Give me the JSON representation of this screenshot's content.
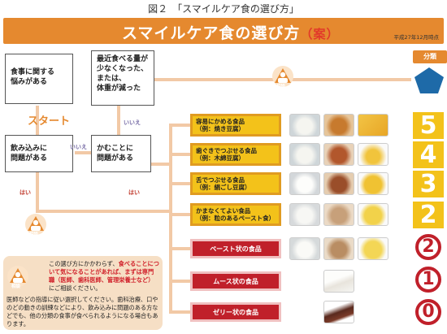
{
  "figure_caption": "図２　「スマイルケア食の選び方」",
  "banner": {
    "title": "スマイルケア食の選び方",
    "title_suffix": "（案）",
    "date": "平成27年12月時点"
  },
  "nodes": {
    "chew_worry": "食事に関する\n悩みがある",
    "appetite": "最近食べる量が\n少なくなった、\nまたは、\n体重が減った",
    "swallow": "飲み込みに\n問題がある",
    "chew": "かむことに\n問題がある"
  },
  "labels": {
    "start": "スタート",
    "iie_1": "いいえ",
    "iie_2": "いいえ",
    "hai_1": "はい",
    "hai_2": "はい",
    "consult_1": "相談",
    "consult_2": "相談",
    "consult_3": "相談",
    "bunrui": "分類"
  },
  "foods": [
    {
      "title": "容易にかめる食品",
      "example": "（例：焼き豆腐）",
      "number": "5",
      "style": "yellow"
    },
    {
      "title": "歯ぐきでつぶせる食品",
      "example": "（例：木綿豆腐）",
      "number": "4",
      "style": "yellow"
    },
    {
      "title": "舌でつぶせる食品",
      "example": "（例：絹ごし豆腐）",
      "number": "3",
      "style": "yellow"
    },
    {
      "title": "かまなくてよい食品",
      "example": "（例：粒のあるペースト食）",
      "number": "2",
      "style": "yellow"
    },
    {
      "title": "ペースト状の食品",
      "example": "",
      "number": "2",
      "style": "red"
    },
    {
      "title": "ムース状の食品",
      "example": "",
      "number": "1",
      "style": "red"
    },
    {
      "title": "ゼリー状の食品",
      "example": "",
      "number": "0",
      "style": "red"
    }
  ],
  "note": {
    "part1": "この選び方にかかわらず、",
    "part2_red": "食べることについて気になることがあれば、まずは専門職（医師、歯科医師、管理栄養士など）",
    "part3": "にご相談ください。",
    "part4": "医師などの指導に従い選択してください。歯科治療、口やのどの動きの訓練などにより、飲み込みに問題のある方などでも、他の分類の食事が食べられるようになる場合もあります。"
  },
  "colors": {
    "accent": "#e5892f",
    "yellow": "#f3c21a",
    "red": "#c0202a",
    "connector": "#f2c9a6",
    "note_bg": "#f6dfc5"
  }
}
